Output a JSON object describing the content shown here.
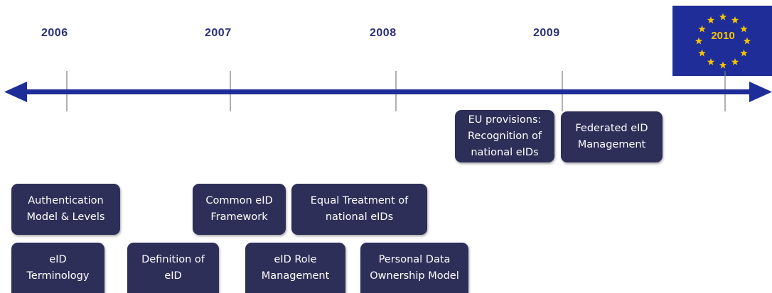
{
  "timeline": {
    "years": [
      "2006",
      "2007",
      "2008",
      "2009"
    ],
    "highlight_year": "2010",
    "colors": {
      "axis": "#1f2d98",
      "box": "#2e2f58",
      "year_text": "#2a2f7a",
      "flag": "#1f2d98",
      "stars": "#f3c400"
    }
  },
  "milestones": {
    "eu_provisions": "EU provisions:\nRecognition of\nnational eIDs",
    "federated": "Federated eID\nManagement",
    "auth_model": "Authentication\nModel & Levels",
    "common_framework": "Common eID\nFramework",
    "equal_treatment": "Equal Treatment of\nnational eIDs",
    "terminology": "eID\nTerminology",
    "definition": "Definition of\neID",
    "role_mgmt": "eID Role\nManagement",
    "personal_data": "Personal Data\nOwnership Model"
  }
}
